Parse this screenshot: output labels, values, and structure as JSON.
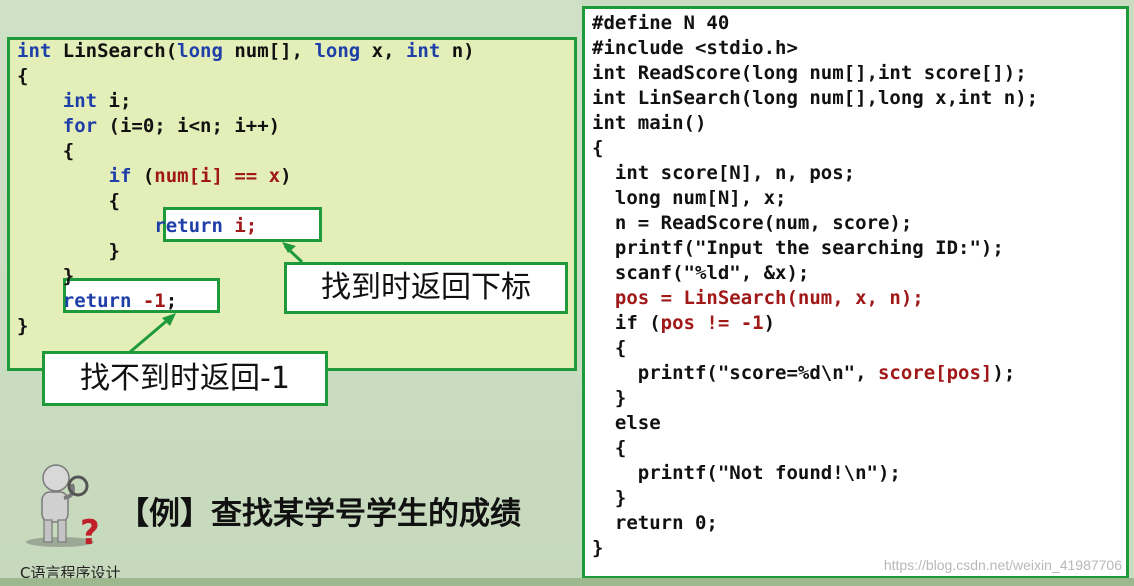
{
  "left_code": {
    "lines": [
      [
        {
          "t": "int ",
          "c": "kw"
        },
        {
          "t": "LinSearch(",
          "c": "black"
        },
        {
          "t": "long ",
          "c": "kw"
        },
        {
          "t": "num[], ",
          "c": "black"
        },
        {
          "t": "long ",
          "c": "kw"
        },
        {
          "t": "x, ",
          "c": "black"
        },
        {
          "t": "int ",
          "c": "kw"
        },
        {
          "t": "n)",
          "c": "black"
        }
      ],
      [
        {
          "t": "{",
          "c": "black"
        }
      ],
      [
        {
          "t": "    int ",
          "c": "kw"
        },
        {
          "t": "i;",
          "c": "black"
        }
      ],
      [
        {
          "t": "    for ",
          "c": "kw"
        },
        {
          "t": "(i=0; i<n; i++)",
          "c": "black"
        }
      ],
      [
        {
          "t": "    {",
          "c": "black"
        }
      ],
      [
        {
          "t": "        if ",
          "c": "kw"
        },
        {
          "t": "(",
          "c": "black"
        },
        {
          "t": "num[i] == x",
          "c": "red"
        },
        {
          "t": ")",
          "c": "black"
        }
      ],
      [
        {
          "t": "        {",
          "c": "black"
        }
      ],
      [
        {
          "t": "            return ",
          "c": "kw"
        },
        {
          "t": "i;",
          "c": "red"
        }
      ],
      [
        {
          "t": "        }",
          "c": "black"
        }
      ],
      [
        {
          "t": "    }",
          "c": "black"
        }
      ],
      [
        {
          "t": "    return ",
          "c": "kw"
        },
        {
          "t": "-1",
          "c": "red"
        },
        {
          "t": ";",
          "c": "black"
        }
      ],
      [
        {
          "t": "}",
          "c": "black"
        }
      ]
    ]
  },
  "right_code": {
    "lines": [
      [
        {
          "t": "#define N 40",
          "c": "black"
        }
      ],
      [
        {
          "t": "#include <stdio.h>",
          "c": "black"
        }
      ],
      [
        {
          "t": "int ReadScore(long num[],int score[]);",
          "c": "black"
        }
      ],
      [
        {
          "t": "int LinSearch(long num[],long x,int n);",
          "c": "black"
        }
      ],
      [
        {
          "t": "int main()",
          "c": "black"
        }
      ],
      [
        {
          "t": "{",
          "c": "black"
        }
      ],
      [
        {
          "t": "  int score[N], n, pos;",
          "c": "black"
        }
      ],
      [
        {
          "t": "  long num[N], x;",
          "c": "black"
        }
      ],
      [
        {
          "t": "  n = ReadScore(num, score);",
          "c": "black"
        }
      ],
      [
        {
          "t": "  printf(\"Input the searching ID:\");",
          "c": "black"
        }
      ],
      [
        {
          "t": "  scanf(\"%ld\", &x);",
          "c": "black"
        }
      ],
      [
        {
          "t": "  pos = LinSearch(num, x, n);",
          "c": "red"
        }
      ],
      [
        {
          "t": "  if (",
          "c": "black"
        },
        {
          "t": "pos != -1",
          "c": "red"
        },
        {
          "t": ")",
          "c": "black"
        }
      ],
      [
        {
          "t": "  {",
          "c": "black"
        }
      ],
      [
        {
          "t": "    printf(\"score=%d\\n\", ",
          "c": "black"
        },
        {
          "t": "score[pos]",
          "c": "red"
        },
        {
          "t": ");",
          "c": "black"
        }
      ],
      [
        {
          "t": "  }",
          "c": "black"
        }
      ],
      [
        {
          "t": "  else",
          "c": "black"
        }
      ],
      [
        {
          "t": "  {",
          "c": "black"
        }
      ],
      [
        {
          "t": "    printf(\"Not found!\\n\");",
          "c": "black"
        }
      ],
      [
        {
          "t": "  }",
          "c": "black"
        }
      ],
      [
        {
          "t": "  return 0;",
          "c": "black"
        }
      ],
      [
        {
          "t": "}",
          "c": "black"
        }
      ]
    ]
  },
  "callouts": {
    "found": "找到时返回下标",
    "not_found": "找不到时返回-1"
  },
  "example_title": "【例】查找某学号学生的成绩",
  "footer_label": "C语言程序设计",
  "watermark": "https://blog.csdn.net/weixin_41987706",
  "colors": {
    "border_green": "#1e9a3a",
    "keyword_blue": "#1f3fa8",
    "highlight_red": "#a01818",
    "left_panel_bg": "#e3eeb8"
  },
  "icons": {
    "thinker": "thinker-question-mark-icon"
  }
}
